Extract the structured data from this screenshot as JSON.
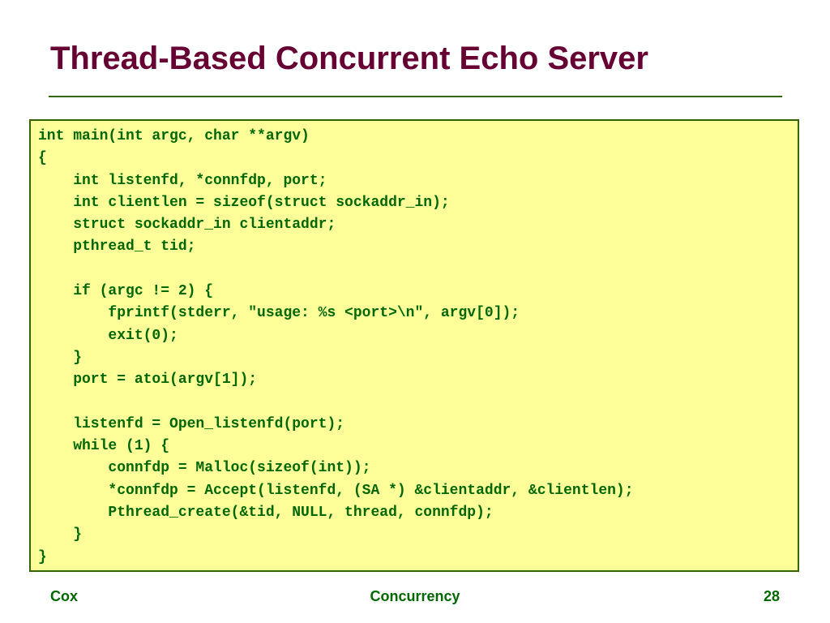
{
  "slide": {
    "title": "Thread-Based Concurrent Echo Server"
  },
  "code": {
    "lines": [
      "int main(int argc, char **argv)",
      "{",
      "    int listenfd, *connfdp, port;",
      "    int clientlen = sizeof(struct sockaddr_in);",
      "    struct sockaddr_in clientaddr;",
      "    pthread_t tid;",
      "",
      "    if (argc != 2) {",
      "        fprintf(stderr, \"usage: %s <port>\\n\", argv[0]);",
      "        exit(0);",
      "    }",
      "    port = atoi(argv[1]);",
      "",
      "    listenfd = Open_listenfd(port);",
      "    while (1) {",
      "        connfdp = Malloc(sizeof(int));",
      "        *connfdp = Accept(listenfd, (SA *) &clientaddr, &clientlen);",
      "        Pthread_create(&tid, NULL, thread, connfdp);",
      "    }",
      "}"
    ]
  },
  "footer": {
    "left": "Cox",
    "center": "Concurrency",
    "page_number": "28"
  },
  "colors": {
    "title": "#660033",
    "accent": "#336600",
    "code_text": "#006600",
    "code_background": "#ffff99"
  }
}
